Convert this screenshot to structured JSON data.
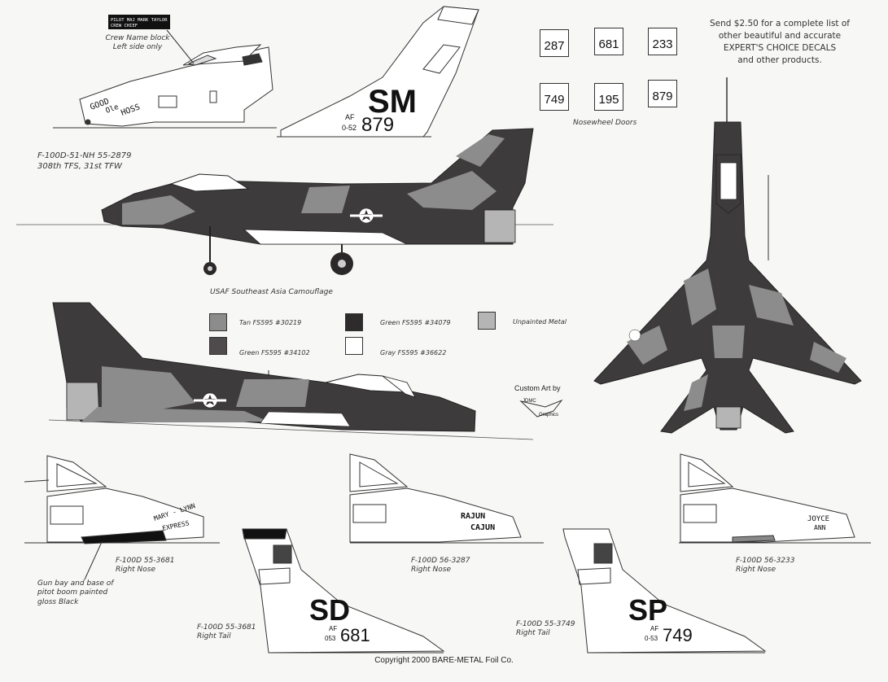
{
  "promo": {
    "line1": "Send $2.50 for a complete list of",
    "line2": "other beautiful and accurate",
    "line3": "EXPERT'S CHOICE DECALS",
    "line4": "and other products."
  },
  "crew_block": {
    "plate_line1": "PILOT MAJ MARK TAYLOR",
    "plate_line2": "CREW CHIEF",
    "label_line1": "Crew Name block",
    "label_line2": "Left side only"
  },
  "top_nose": {
    "art_line1": "GOOD",
    "art_line2": "Ole",
    "art_line3": "HOSS"
  },
  "top_tail": {
    "code": "SM",
    "af": "AF",
    "serial_prefix": "0-52",
    "serial": "879"
  },
  "nosewheel": {
    "numbers": [
      "287",
      "681",
      "233",
      "749",
      "195",
      "879"
    ],
    "label": "Nosewheel Doors"
  },
  "aircraft_caption": {
    "line1": "F-100D-51-NH 55-2879",
    "line2": "308th TFS, 31st TFW"
  },
  "camo_caption": "USAF Southeast Asia Camouflage",
  "colors": {
    "tan": "#8c8c8c",
    "green_dark": "#3e3b3c",
    "green_mid": "#4f4b4c",
    "gray": "#ffffff",
    "metal": "#b5b5b5",
    "ink": "#2b2829"
  },
  "legend": [
    {
      "label": "Tan FS595 #30219",
      "color": "#8c8c8c"
    },
    {
      "label": "Green FS595 #34079",
      "color": "#2e2b2c"
    },
    {
      "label": "Unpainted Metal",
      "color": "#b5b5b5"
    },
    {
      "label": "Green FS595 #34102",
      "color": "#4f4b4c"
    },
    {
      "label": "Gray FS595 #36622",
      "color": "#ffffff"
    }
  ],
  "custom_art": {
    "label": "Custom Art by",
    "logo_line1": "JDMC",
    "logo_line2": "Graphics"
  },
  "variants": {
    "nose1": {
      "art_line1": "MARY - LYNN",
      "art_line2": "EXPRESS",
      "caption1": "F-100D 55-3681",
      "caption2": "Right Nose"
    },
    "gun_note": {
      "line1": "Gun bay and base of",
      "line2": "pitot boom painted",
      "line3": "gloss Black"
    },
    "tail1": {
      "code": "SD",
      "af": "AF",
      "serial_prefix": "053",
      "serial": "681",
      "caption1": "F-100D 55-3681",
      "caption2": "Right Tail"
    },
    "nose2": {
      "art_line1": "RAJUN",
      "art_line2": "CAJUN",
      "caption1": "F-100D 56-3287",
      "caption2": "Right Nose"
    },
    "tail2": {
      "code": "SP",
      "af": "AF",
      "serial_prefix": "0-53",
      "serial": "749",
      "caption1": "F-100D 55-3749",
      "caption2": "Right Tail"
    },
    "nose3": {
      "art_line1": "JOYCE",
      "art_line2": "ANN",
      "caption1": "F-100D 56-3233",
      "caption2": "Right Nose"
    }
  },
  "copyright": "Copyright 2000 BARE-METAL Foil Co."
}
